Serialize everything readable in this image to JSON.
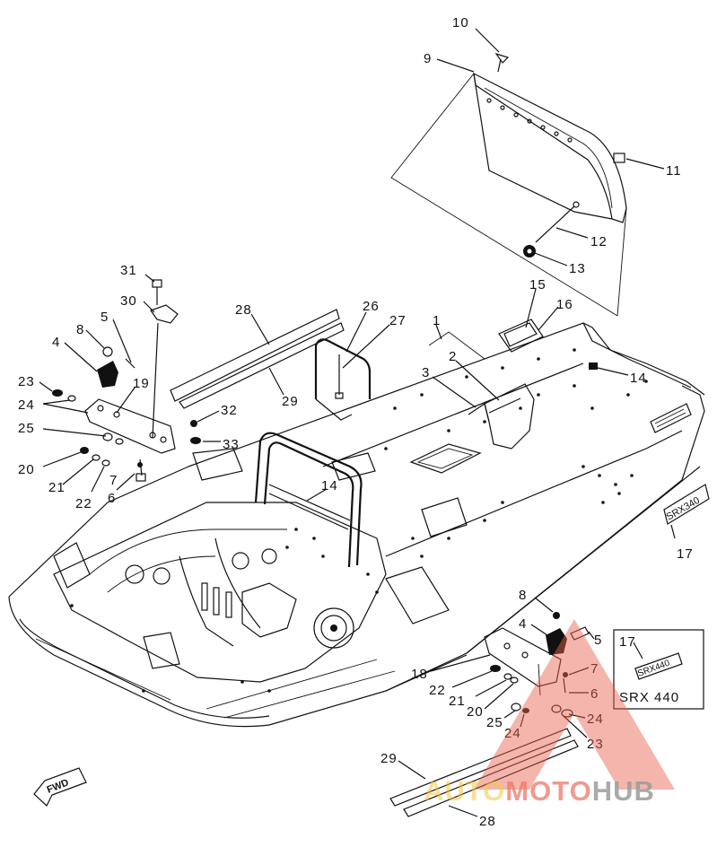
{
  "callouts": [
    {
      "id": "c10",
      "text": "10"
    },
    {
      "id": "c9",
      "text": "9"
    },
    {
      "id": "c11",
      "text": "11"
    },
    {
      "id": "c12",
      "text": "12"
    },
    {
      "id": "c13",
      "text": "13"
    },
    {
      "id": "c15",
      "text": "15"
    },
    {
      "id": "c16",
      "text": "16"
    },
    {
      "id": "c14a",
      "text": "14"
    },
    {
      "id": "c1",
      "text": "1"
    },
    {
      "id": "c2",
      "text": "2"
    },
    {
      "id": "c3",
      "text": "3"
    },
    {
      "id": "c26",
      "text": "26"
    },
    {
      "id": "c27",
      "text": "27"
    },
    {
      "id": "c28a",
      "text": "28"
    },
    {
      "id": "c29a",
      "text": "29"
    },
    {
      "id": "c31",
      "text": "31"
    },
    {
      "id": "c30",
      "text": "30"
    },
    {
      "id": "c8a",
      "text": "8"
    },
    {
      "id": "c5a",
      "text": "5"
    },
    {
      "id": "c4a",
      "text": "4"
    },
    {
      "id": "c23a",
      "text": "23"
    },
    {
      "id": "c24a",
      "text": "24"
    },
    {
      "id": "c19",
      "text": "19"
    },
    {
      "id": "c25a",
      "text": "25"
    },
    {
      "id": "c32",
      "text": "32"
    },
    {
      "id": "c33",
      "text": "33"
    },
    {
      "id": "c20a",
      "text": "20"
    },
    {
      "id": "c21a",
      "text": "21"
    },
    {
      "id": "c22a",
      "text": "22"
    },
    {
      "id": "c7a",
      "text": "7"
    },
    {
      "id": "c6a",
      "text": "6"
    },
    {
      "id": "c14b",
      "text": "14"
    },
    {
      "id": "c17a",
      "text": "17"
    },
    {
      "id": "c8b",
      "text": "8"
    },
    {
      "id": "c4b",
      "text": "4"
    },
    {
      "id": "c5b",
      "text": "5"
    },
    {
      "id": "c17b",
      "text": "17"
    },
    {
      "id": "c7b",
      "text": "7"
    },
    {
      "id": "c6b",
      "text": "6"
    },
    {
      "id": "c18",
      "text": "18"
    },
    {
      "id": "c22b",
      "text": "22"
    },
    {
      "id": "c21b",
      "text": "21"
    },
    {
      "id": "c20b",
      "text": "20"
    },
    {
      "id": "c25b",
      "text": "25"
    },
    {
      "id": "c24b",
      "text": "24"
    },
    {
      "id": "c24c",
      "text": "24"
    },
    {
      "id": "c23b",
      "text": "23"
    },
    {
      "id": "c29b",
      "text": "29"
    },
    {
      "id": "c28b",
      "text": "28"
    }
  ],
  "decals": {
    "srx340": "SRX340",
    "srx440_decal": "SRX440",
    "srx440_caption": "SRX 440"
  },
  "fwd_marker": "FWD",
  "watermark": {
    "part1": "AUTO",
    "part2": "MOTO",
    "part3": "HUB",
    "color_accent": "#e8604c",
    "color_gray": "#8a8a8a",
    "color_gold": "#f2c230"
  }
}
